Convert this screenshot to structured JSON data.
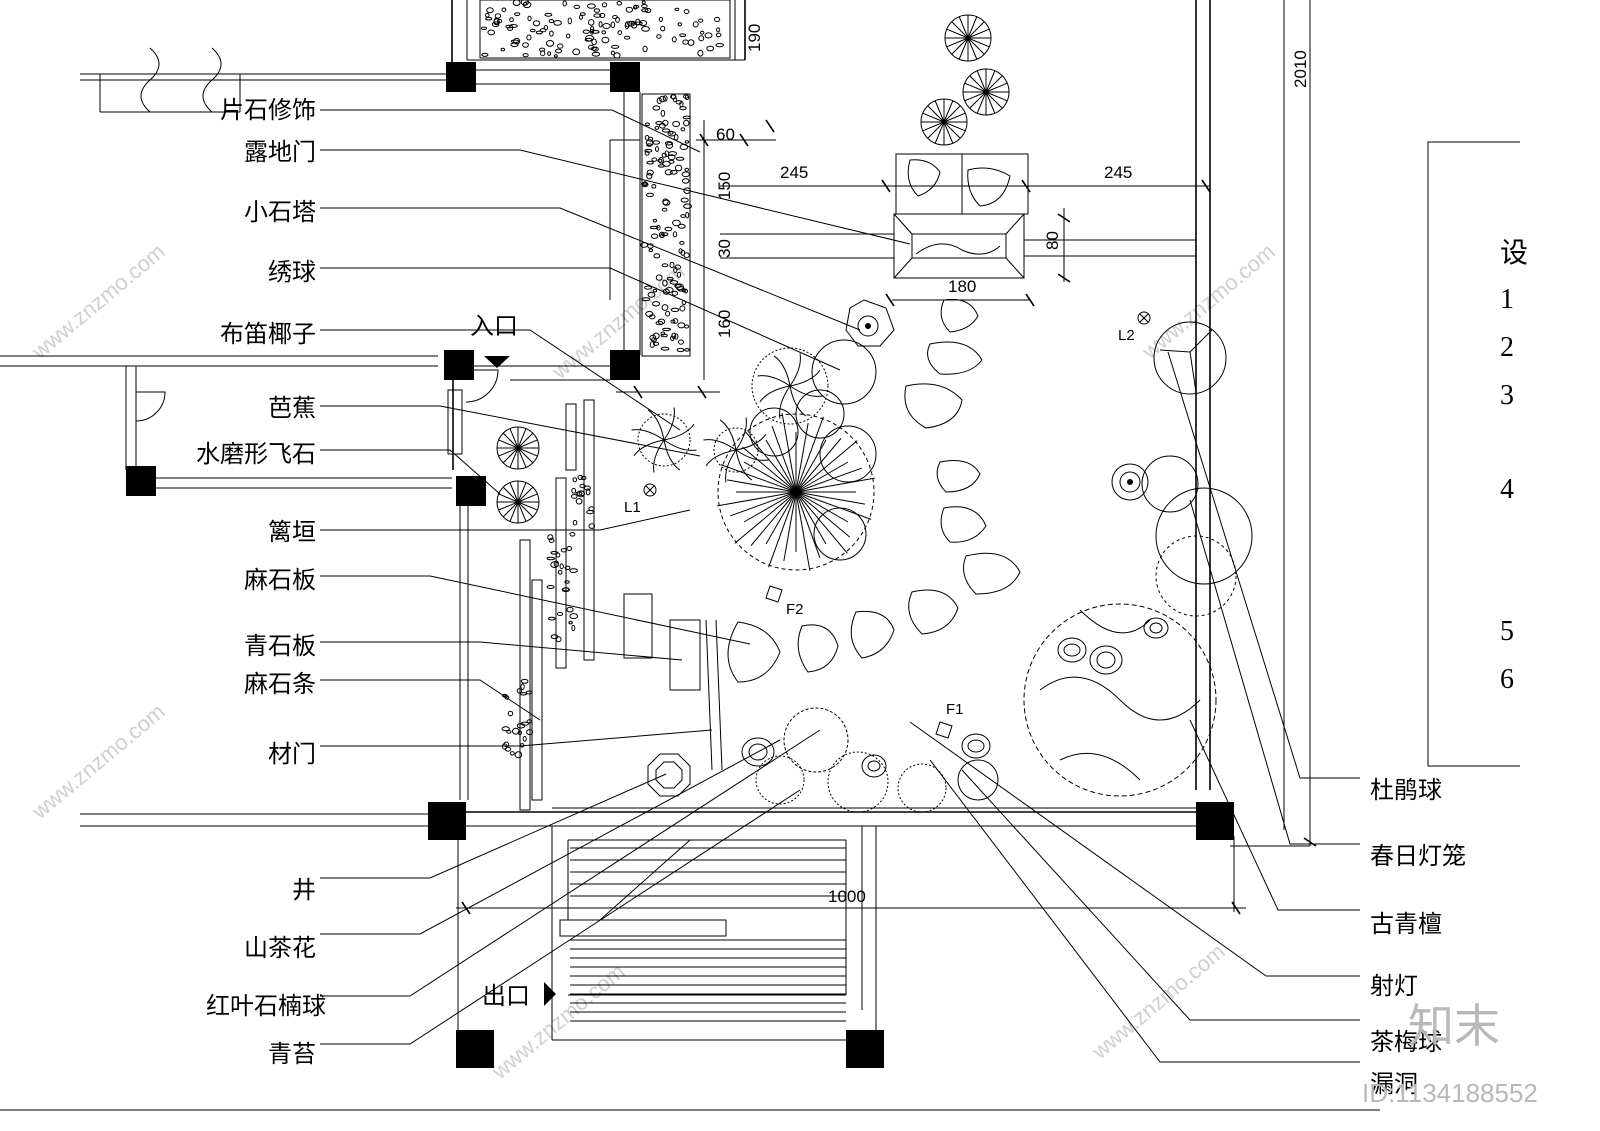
{
  "labels_left": [
    {
      "id": "pianshi",
      "text": "片石修饰"
    },
    {
      "id": "ludimen",
      "text": "露地门"
    },
    {
      "id": "xiaoshita",
      "text": "小石塔"
    },
    {
      "id": "xiuqiu",
      "text": "绣球"
    },
    {
      "id": "budi",
      "text": "布笛椰子"
    },
    {
      "id": "bajiao",
      "text": "芭蕉"
    },
    {
      "id": "shuimo",
      "text": "水磨形飞石"
    },
    {
      "id": "liba",
      "text": "篱垣"
    },
    {
      "id": "mashiban",
      "text": "麻石板"
    },
    {
      "id": "qingshiban",
      "text": "青石板"
    },
    {
      "id": "mashitiao",
      "text": "麻石条"
    },
    {
      "id": "caimen",
      "text": "材门"
    },
    {
      "id": "jing",
      "text": "井"
    },
    {
      "id": "shanchahua",
      "text": "山茶花"
    },
    {
      "id": "hongye",
      "text": "红叶石楠球"
    },
    {
      "id": "qingtai",
      "text": "青苔"
    }
  ],
  "labels_right": [
    {
      "id": "dujuan",
      "text": "杜鹃球"
    },
    {
      "id": "chunri",
      "text": "春日灯笼"
    },
    {
      "id": "guqing",
      "text": "古青檀"
    },
    {
      "id": "shedeng",
      "text": "射灯"
    },
    {
      "id": "chamei",
      "text": "茶梅球"
    },
    {
      "id": "loudong",
      "text": "漏洞"
    }
  ],
  "entrance_label": "入口",
  "exit_label": "出口",
  "dimensions": {
    "d190": "190",
    "d2010": "2010",
    "d60": "60",
    "d150": "150",
    "d30": "30",
    "d160": "160",
    "d245_left": "245",
    "d245_right": "245",
    "d80": "80",
    "d180": "180",
    "d1000": "1000"
  },
  "fixture_tags": {
    "L1": "L1",
    "L2": "L2",
    "F1": "F1",
    "F2": "F2"
  },
  "legend_numbers": [
    "1",
    "2",
    "3",
    "4",
    "5",
    "6"
  ],
  "legend_header": "设",
  "watermark": {
    "brand": "知末",
    "id_text": "ID:1134188552",
    "site": "www.znzmo.com"
  }
}
